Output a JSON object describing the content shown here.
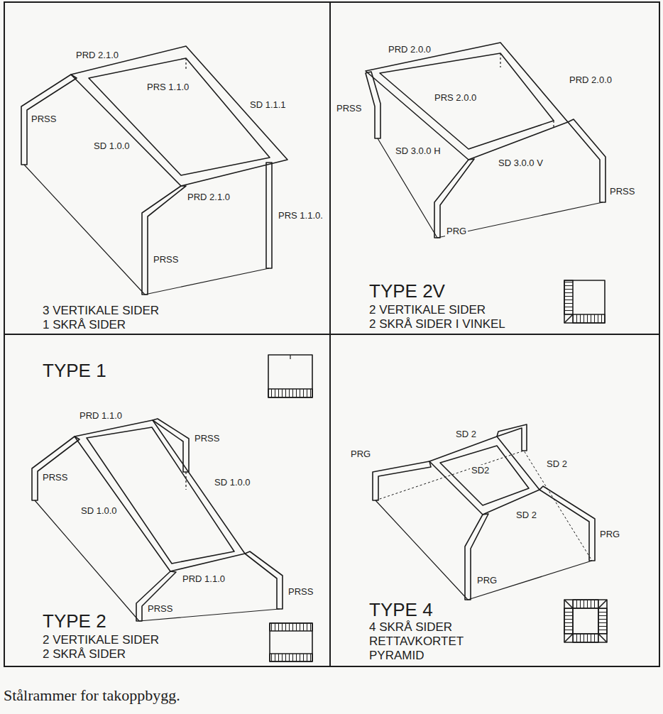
{
  "diagram": {
    "caption": "Stålrammer for takoppbygg.",
    "nodes": [
      {
        "text": [
          "TYPE 1",
          "3 VERTIKALE SIDER 1 SKRÅ SIDER"
        ]
      },
      {
        "text": [
          "TYPE 2V",
          "2 VERTIKALE SIDER 2 SKRÅ SIDER I VINKEL"
        ]
      },
      {
        "text": [
          "TYPE 2",
          "2 VERTIKALE SIDER 2 SKRÅ SIDER"
        ]
      },
      {
        "text": [
          "TYPE 4",
          "4 SKRÅ SIDER RETTAVKORTET PYRAMID"
        ]
      }
    ],
    "labels": [
      "PRD 2.1.0",
      "PRSS",
      "PRS 1.1.0",
      "SD 1.1.1",
      "SD 1.0.0",
      "PRD 2.1.0",
      "PRS 1.1.0.",
      "PRSS",
      "PRD 2.0.0",
      "PRSS",
      "PRS 2.0.0",
      "PRD 2.0.0",
      "SD 3.0.0 H",
      "SD 3.0.0 V",
      "PRSS",
      "PRG",
      "PRD 1.1.0",
      "PRSS",
      "PRSS",
      "SD 1.0.0",
      "SD 1.0.0",
      "PRD 1.1.0",
      "PRSS",
      "PRSS",
      "SD 2",
      "PRG",
      "SD 2",
      "SD2",
      "PRG",
      "SD 2",
      "PRG"
    ]
  }
}
